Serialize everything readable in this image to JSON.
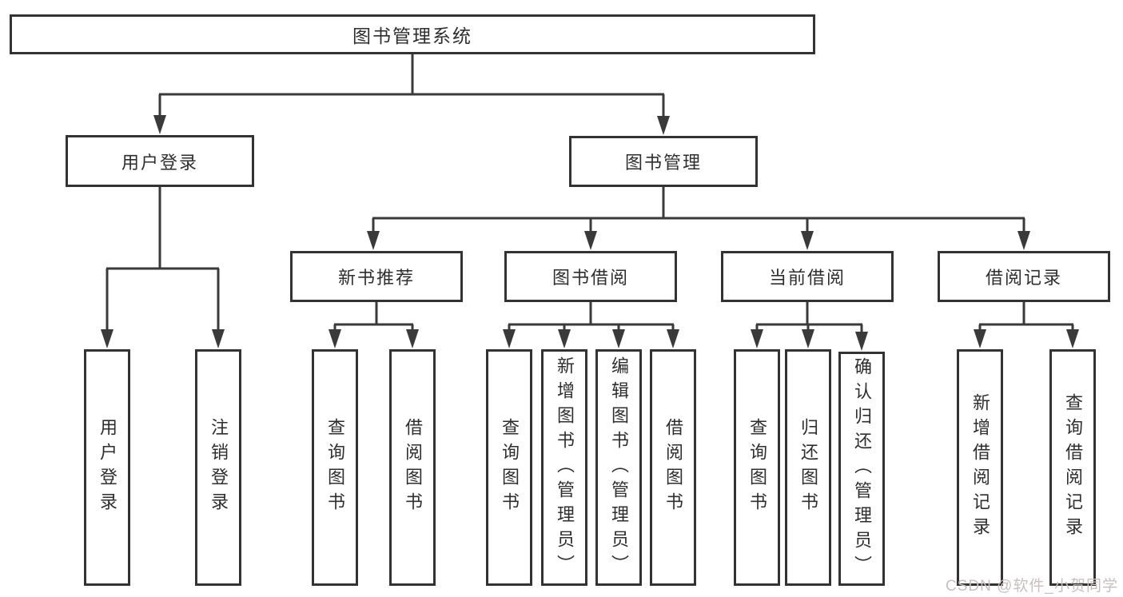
{
  "diagram": {
    "root": {
      "label": "图书管理系统"
    },
    "level2": {
      "user_login": {
        "label": "用户登录"
      },
      "book_management": {
        "label": "图书管理"
      }
    },
    "level3": {
      "new_book_recommend": {
        "label": "新书推荐"
      },
      "book_borrow": {
        "label": "图书借阅"
      },
      "current_borrow": {
        "label": "当前借阅"
      },
      "borrow_records": {
        "label": "借阅记录"
      }
    },
    "leaves": {
      "user_login_leaf": {
        "label": "用户登录"
      },
      "logout": {
        "label": "注销登录"
      },
      "rec_query_books": {
        "label": "查询图书"
      },
      "rec_borrow_books": {
        "label": "借阅图书"
      },
      "borrow_query_books": {
        "label": "查询图书"
      },
      "borrow_add_books": {
        "label": "新增图书（管理员）"
      },
      "borrow_edit_books": {
        "label": "编辑图书（管理员）"
      },
      "borrow_borrow_books": {
        "label": "借阅图书"
      },
      "current_query_books": {
        "label": "查询图书"
      },
      "current_return_books": {
        "label": "归还图书"
      },
      "current_confirm_return": {
        "label": "确认归还（管理员）"
      },
      "records_add_record": {
        "label": "新增借阅记录"
      },
      "records_query_record": {
        "label": "查询借阅记录"
      }
    }
  },
  "watermark": {
    "text": "CSDN @软件_小贺同学"
  },
  "colors": {
    "line": "#3a3a3a",
    "box_border": "#333333",
    "text": "#2e2e2e",
    "watermark": "#c8bfbf",
    "background": "#ffffff"
  }
}
